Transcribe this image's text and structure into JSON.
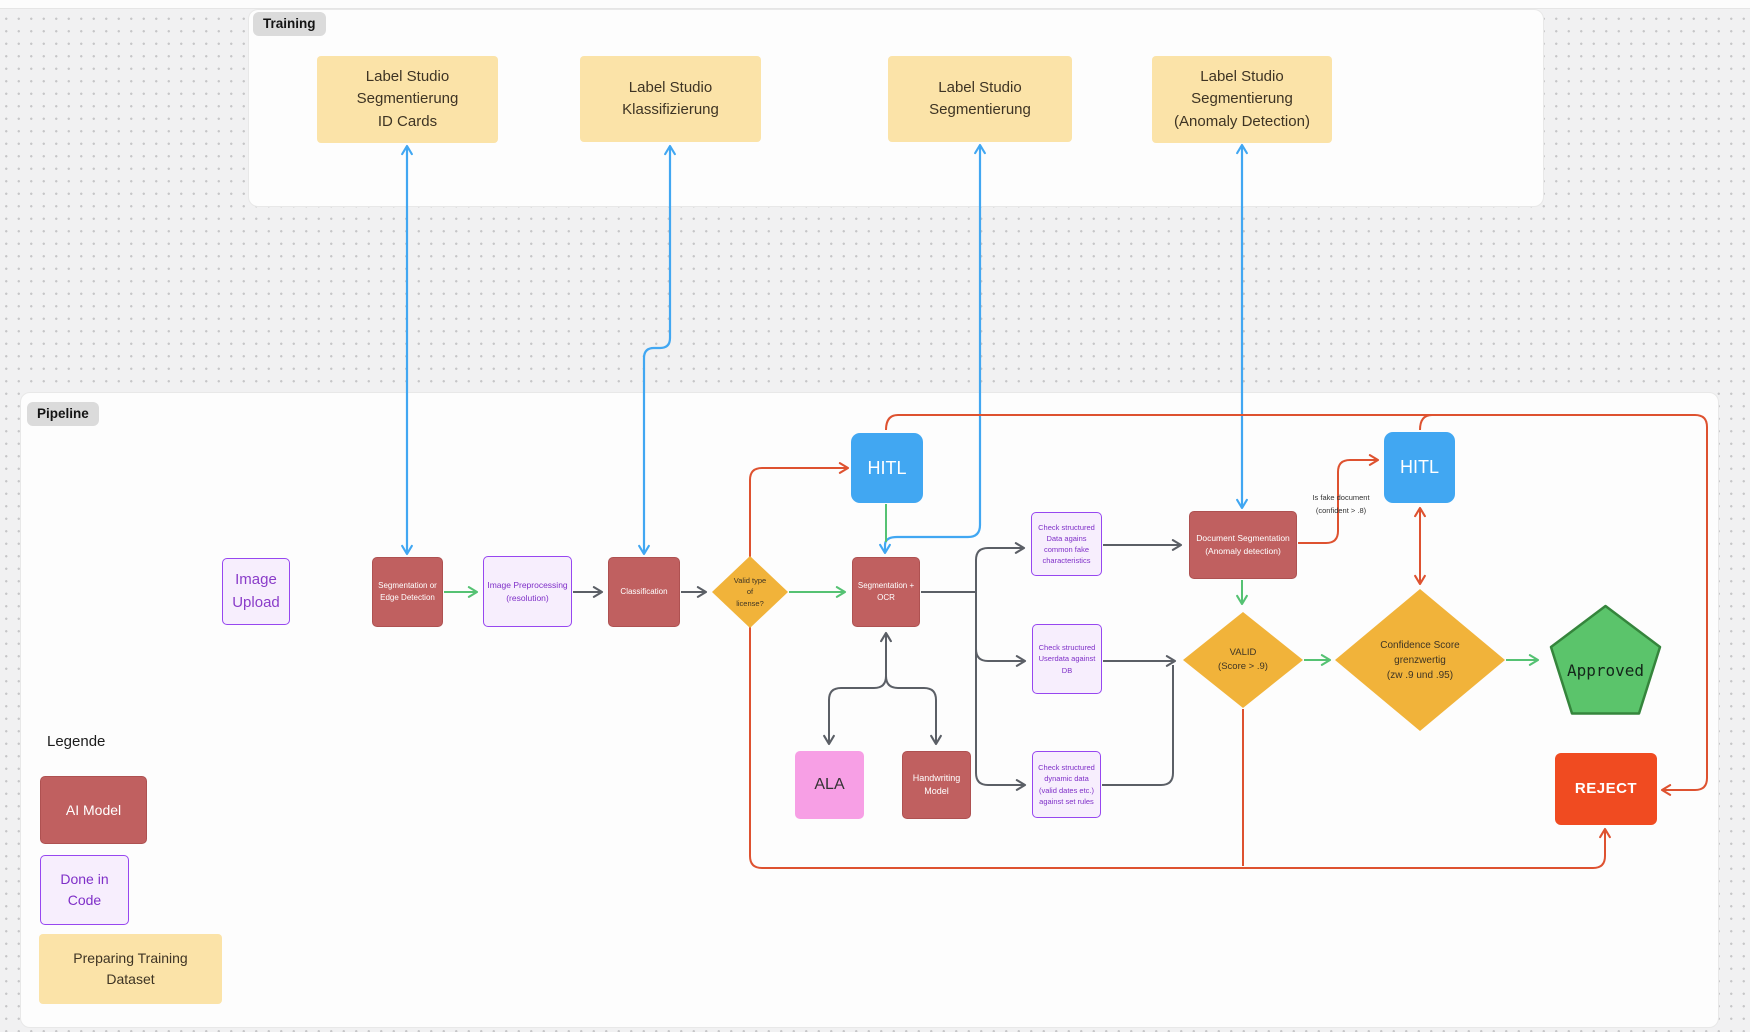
{
  "panels": {
    "training_label": "Training",
    "pipeline_label": "Pipeline"
  },
  "training": {
    "boxes": [
      {
        "label": "Label Studio\nSegmentierung\nID Cards"
      },
      {
        "label": "Label Studio\nKlassifizierung"
      },
      {
        "label": "Label Studio\nSegmentierung"
      },
      {
        "label": "Label Studio\nSegmentierung\n(Anomaly Detection)"
      }
    ]
  },
  "pipeline": {
    "image_upload": "Image\nUpload",
    "seg_edge": "Segmentation or\nEdge Detection",
    "preprocessing": "Image Preprocessing\n(resolution)",
    "classification": "Classification",
    "valid_type": "Valid type\nof\nlicense?",
    "hitl1": "HITL",
    "seg_ocr": "Segmentation +\nOCR",
    "check_fake": "Check structured\nData agains\ncommon fake\ncharacteristics",
    "check_userdata": "Check structured\nUserdata against\nDB",
    "check_dynamic": "Check structured\ndynamic data\n(valid dates etc.)\nagainst set rules",
    "doc_seg": "Document Segmentation\n(Anomaly detection)",
    "hitl2": "HITL",
    "fake_note": "Is fake document\n(confident > .8)",
    "valid": "VALID\n(Score > .9)",
    "confidence": "Confidence Score\ngrenzwertig\n(zw .9 und .95)",
    "approved": "Approved",
    "reject": "REJECT",
    "ala": "ALA",
    "handwriting": "Handwriting\nModel"
  },
  "legend": {
    "title": "Legende",
    "items": [
      {
        "label": "AI Model",
        "color": "#C06060"
      },
      {
        "label": "Done in\nCode",
        "color": "#9747F0"
      },
      {
        "label": "Preparing Training\nDataset",
        "color": "#FBE3A8"
      }
    ]
  },
  "colors": {
    "ai_model_red": "#C06060",
    "code_purple": "#9747F0",
    "dataset_yellow": "#FBE3A8",
    "hitl_blue": "#41A7F2",
    "decision_amber": "#F1B33A",
    "approved_green": "#5BC46B",
    "approved_border": "#35853C",
    "reject_orange": "#F04B21",
    "ala_pink": "#F79FE5",
    "arrow_blue": "#41A7F2",
    "arrow_green": "#55C273",
    "arrow_gray": "#5B5F66",
    "arrow_red": "#DE5230"
  }
}
